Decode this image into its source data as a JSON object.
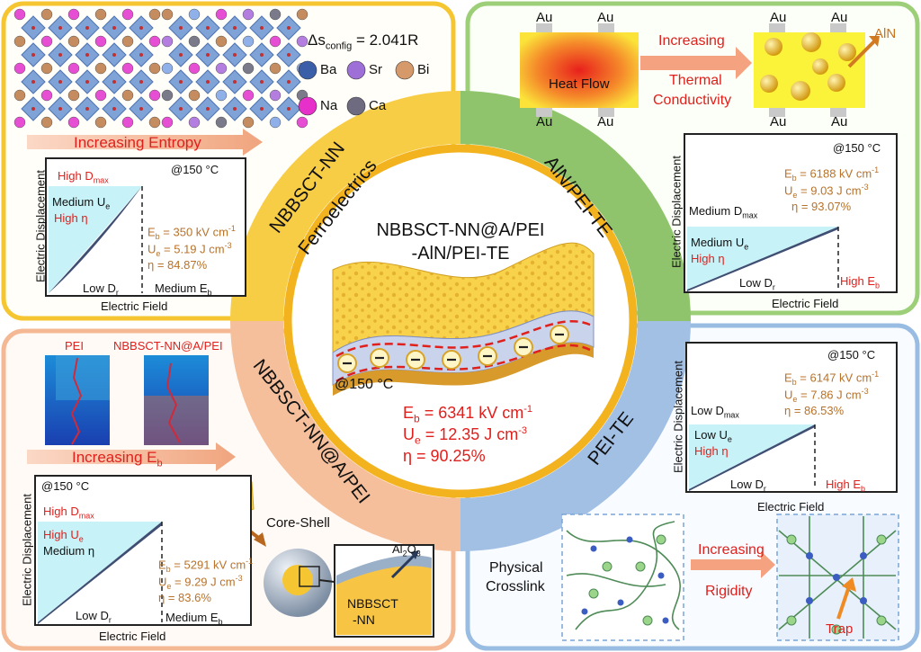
{
  "colors": {
    "yellow": "#f6c632",
    "green": "#8dc36b",
    "peach": "#f2b38a",
    "blue": "#8fb3dc",
    "red": "#e0201c",
    "orange": "#b8722a",
    "cyan": "#c7f2f7"
  },
  "center": {
    "title_line1": "NBBSCT-NN@A/PEI",
    "title_line2": "-AlN/PEI-TE",
    "temp": "@150 °C",
    "eb_prefix": "E",
    "eb_sub": "b",
    "eb_val": " = 6341 kV cm",
    "ue_prefix": "U",
    "ue_sub": "e",
    "ue_val": " = 12.35 J cm",
    "eta": "η = 90.25%",
    "sup_minus1": "-1",
    "sup_minus3": "-3"
  },
  "ring": {
    "tl": "NBBSCT-NN",
    "tl2": "Ferroelectrics",
    "tr": "AlN/PEI-TE",
    "bl": "NBBSCT-NN@A/PEI",
    "br": "PEI-TE"
  },
  "tl": {
    "entropy": "Δs",
    "entropy_sub": "config",
    "entropy_val": " = 2.041R",
    "legend": [
      "Ba",
      "Sr",
      "Bi",
      "Na",
      "Ca"
    ],
    "arrow": "Increasing Entropy",
    "temp": "@150 °C",
    "high_d": "High D",
    "d_sub": "max",
    "medium_u": "Medium U",
    "u_sub": "e",
    "high_eta": "High η",
    "eb": " = 350 kV cm",
    "ue": " = 5.19 J cm",
    "eta": "η = 84.87%",
    "low_dr": "Low D",
    "r_sub": "r",
    "med_eb": "Medium E",
    "b_sub": "b",
    "xlabel": "Electric Field",
    "ylabel": "Electric Displacement"
  },
  "tr": {
    "au": "Au",
    "heat": "Heat Flow",
    "arrow1": "Increasing",
    "arrow2": "Thermal",
    "arrow3": "Conductivity",
    "aln": "AlN",
    "temp": "@150 °C",
    "eb": " = 6188 kV cm",
    "ue": " = 9.03 J cm",
    "eta": "η = 93.07%",
    "med_d": "Medium D",
    "d_sub": "max",
    "med_u": "Medium U",
    "u_sub": "e",
    "high_eta": "High η",
    "low_dr": "Low D",
    "r_sub": "r",
    "high_eb": "High E",
    "b_sub": "b",
    "xlabel": "Electric Field",
    "ylabel": "Electric Displacement"
  },
  "bl": {
    "pei": "PEI",
    "nn": "NBBSCT-NN@A/PEI",
    "arrow": "Increasing E",
    "arrow_sub": "b",
    "temp": "@150 °C",
    "high_d": "High D",
    "d_sub": "max",
    "high_u": "High U",
    "u_sub": "e",
    "med_eta": "Medium η",
    "eb": " = 5291 kV cm",
    "ue": " = 9.29 J cm",
    "eta": "η = 83.6%",
    "low_dr": "Low D",
    "r_sub": "r",
    "med_eb": "Medium E",
    "b_sub": "b",
    "core": "Core-Shell",
    "al2o3": "Al",
    "al2o3_sub": "2",
    "al2o3_o": "O",
    "al2o3_sub2": "3",
    "nbb1": "NBBSCT",
    "nbb2": "-NN",
    "xlabel": "Electric Field",
    "ylabel": "Electric Displacement"
  },
  "br": {
    "temp": "@150 °C",
    "eb": " = 6147 kV cm",
    "ue": " = 7.86 J cm",
    "eta": "η = 86.53%",
    "low_d": "Low D",
    "d_sub": "max",
    "low_u": "Low U",
    "u_sub": "e",
    "high_eta": "High η",
    "low_dr": "Low D",
    "r_sub": "r",
    "high_eb": "High E",
    "b_sub": "b",
    "physical": "Physical",
    "crosslink": "Crosslink",
    "inc": "Increasing",
    "rig": "Rigidity",
    "trap": "Trap",
    "xlabel": "Electric Field",
    "ylabel": "Electric Displacement"
  },
  "letters": {
    "E": "E",
    "U": "U"
  }
}
